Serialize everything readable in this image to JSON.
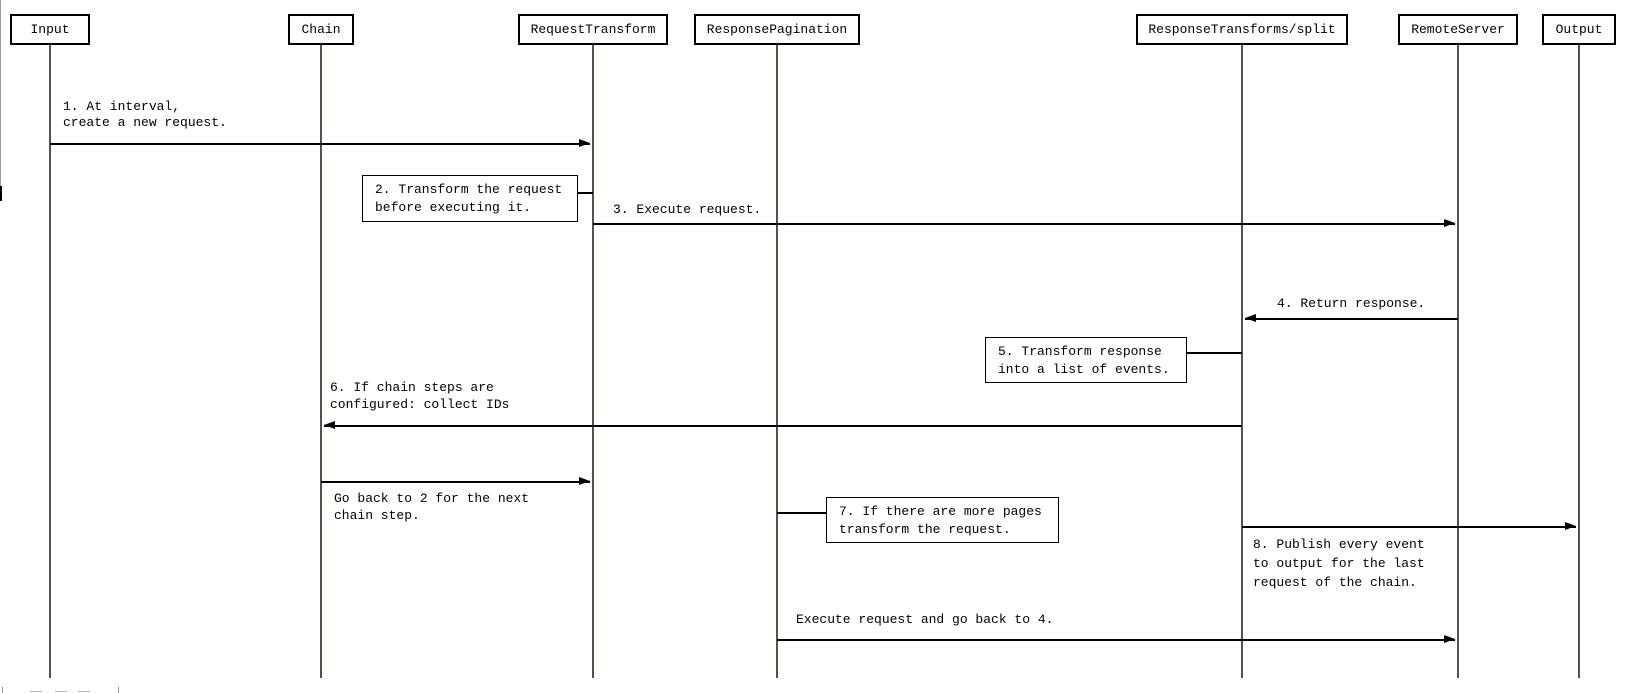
{
  "diagram": {
    "type": "sequence-diagram",
    "actors": [
      {
        "id": "input",
        "label": "Input"
      },
      {
        "id": "chain",
        "label": "Chain"
      },
      {
        "id": "request-transform",
        "label": "RequestTransform"
      },
      {
        "id": "response-pagination",
        "label": "ResponsePagination"
      },
      {
        "id": "response-transforms-split",
        "label": "ResponseTransforms/split"
      },
      {
        "id": "remote-server",
        "label": "RemoteServer"
      },
      {
        "id": "output",
        "label": "Output"
      }
    ],
    "messages": [
      {
        "from": "input",
        "to": "request-transform",
        "label_lines": [
          "1. At interval,",
          "create a new request."
        ],
        "label_position": "above"
      },
      {
        "from": "request-transform",
        "to": "remote-server",
        "label_lines": [
          "3. Execute request."
        ],
        "label_position": "above"
      },
      {
        "from": "remote-server",
        "to": "response-transforms-split",
        "label_lines": [
          "4. Return response."
        ],
        "label_position": "above"
      },
      {
        "from": "response-transforms-split",
        "to": "chain",
        "label_lines": [
          "6. If chain steps are",
          "configured: collect IDs"
        ],
        "label_position": "above"
      },
      {
        "from": "chain",
        "to": "request-transform",
        "label_lines": [
          "Go back to 2 for the next",
          "chain step."
        ],
        "label_position": "below"
      },
      {
        "from": "response-transforms-split",
        "to": "output",
        "label_lines": [
          "8. Publish every event",
          "to output for the last",
          "request of the chain."
        ],
        "label_position": "below"
      },
      {
        "from": "response-pagination",
        "to": "remote-server",
        "label_lines": [
          "Execute request and go back to 4."
        ],
        "label_position": "above"
      }
    ],
    "notes": [
      {
        "attached_to": "request-transform",
        "lines": [
          "2. Transform the request",
          "before executing it."
        ]
      },
      {
        "attached_to": "response-transforms-split",
        "lines": [
          "5. Transform response",
          "into a list of events."
        ]
      },
      {
        "attached_to": "response-pagination",
        "lines": [
          "7. If there are more pages",
          "transform the request."
        ]
      }
    ],
    "colors": {
      "background": "#ffffff",
      "box_border": "#000000",
      "message_line": "#000000",
      "lifeline": "#56524a",
      "text": "#000000",
      "edge_artifact": "#9a9a9a"
    }
  }
}
